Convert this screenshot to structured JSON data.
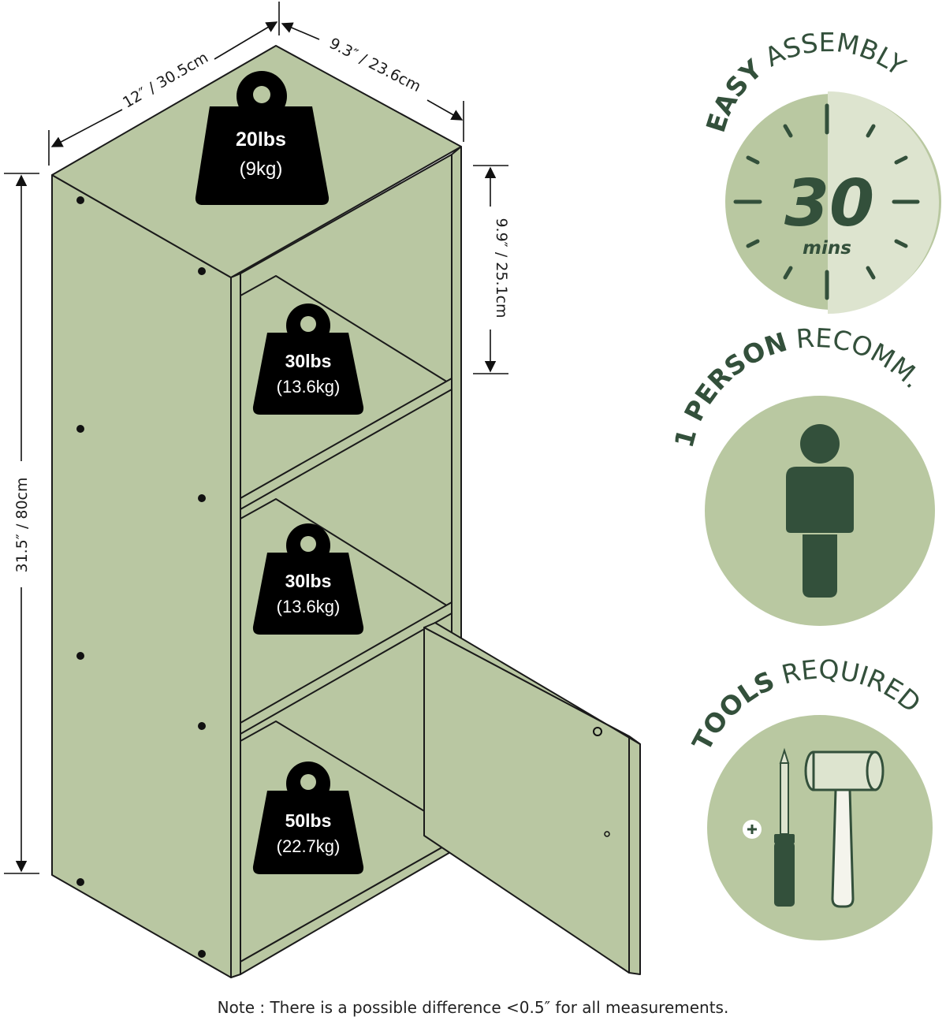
{
  "dimensions": {
    "width": "12″ / 30.5cm",
    "depth": "9.3″ / 23.6cm",
    "shelf_height": "9.9″ / 25.1cm",
    "total_height": "31.5″ / 80cm"
  },
  "weights": [
    {
      "lbs": "20lbs",
      "kg": "(9kg)"
    },
    {
      "lbs": "30lbs",
      "kg": "(13.6kg)"
    },
    {
      "lbs": "30lbs",
      "kg": "(13.6kg)"
    },
    {
      "lbs": "50lbs",
      "kg": "(22.7kg)"
    }
  ],
  "features": {
    "assembly": {
      "bold": "EASY",
      "regular": "ASSEMBLY",
      "number": "30",
      "unit": "mins"
    },
    "person": {
      "bold": "1 PERSON",
      "regular": "RECOMM."
    },
    "tools": {
      "bold": "TOOLS",
      "regular": "REQUIRED"
    }
  },
  "note": "Note : There is a possible difference <0.5″ for all measurements.",
  "colors": {
    "panel": "#b9c7a2",
    "circle": "#b9c8a1",
    "circle_light": "#dde4cf",
    "dark_green": "#33503b",
    "weight": "#000000"
  }
}
